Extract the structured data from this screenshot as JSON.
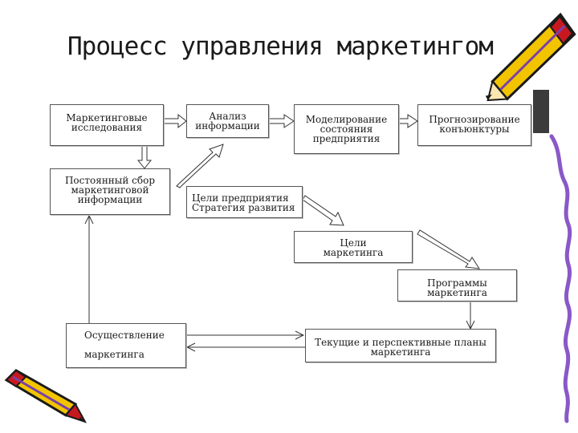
{
  "slide": {
    "title": "Процесс управления маркетингом"
  },
  "boxes": {
    "research": {
      "lines": [
        "Маркетинговые",
        "исследования"
      ]
    },
    "analysis": {
      "lines": [
        "Анализ",
        "информации"
      ]
    },
    "modeling": {
      "lines": [
        "Моделирование",
        "состояния",
        "предприятия"
      ]
    },
    "forecast": {
      "lines": [
        "Прогнозирование",
        "конъюнктуры"
      ]
    },
    "collection": {
      "lines": [
        "Постоянный сбор",
        "маркетинговой",
        "информации"
      ]
    },
    "goals": {
      "lines": [
        "Цели предприятия",
        "Стратегия развития"
      ]
    },
    "mgoals": {
      "lines": [
        "Цели",
        "маркетинга"
      ]
    },
    "programs": {
      "lines": [
        "Программы",
        "маркетинга"
      ]
    },
    "impl": {
      "lines": [
        "Осуществление",
        "маркетинга"
      ]
    },
    "plans": {
      "lines": [
        "Текущие и перспективные планы",
        "маркетинга"
      ]
    }
  },
  "colors": {
    "pencil_body": "#f2c400",
    "pencil_outline": "#1a1a1a",
    "pencil_accent": "#c8181f",
    "pencil_stripe": "#7b3fa8",
    "border_stripe": "#8a58c8"
  },
  "decorations": [
    "pencil-icon",
    "pencil-icon"
  ]
}
